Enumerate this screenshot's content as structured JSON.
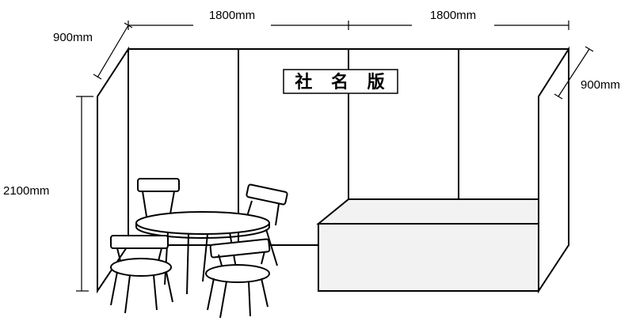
{
  "dimensions": {
    "depth_left": "900mm",
    "width_left": "1800mm",
    "width_right": "1800mm",
    "depth_right": "900mm",
    "height": "2100mm"
  },
  "sign": {
    "label": "社 名 版"
  },
  "colors": {
    "line": "#000000",
    "counter_fill": "#f2f2f2",
    "background": "#ffffff"
  }
}
